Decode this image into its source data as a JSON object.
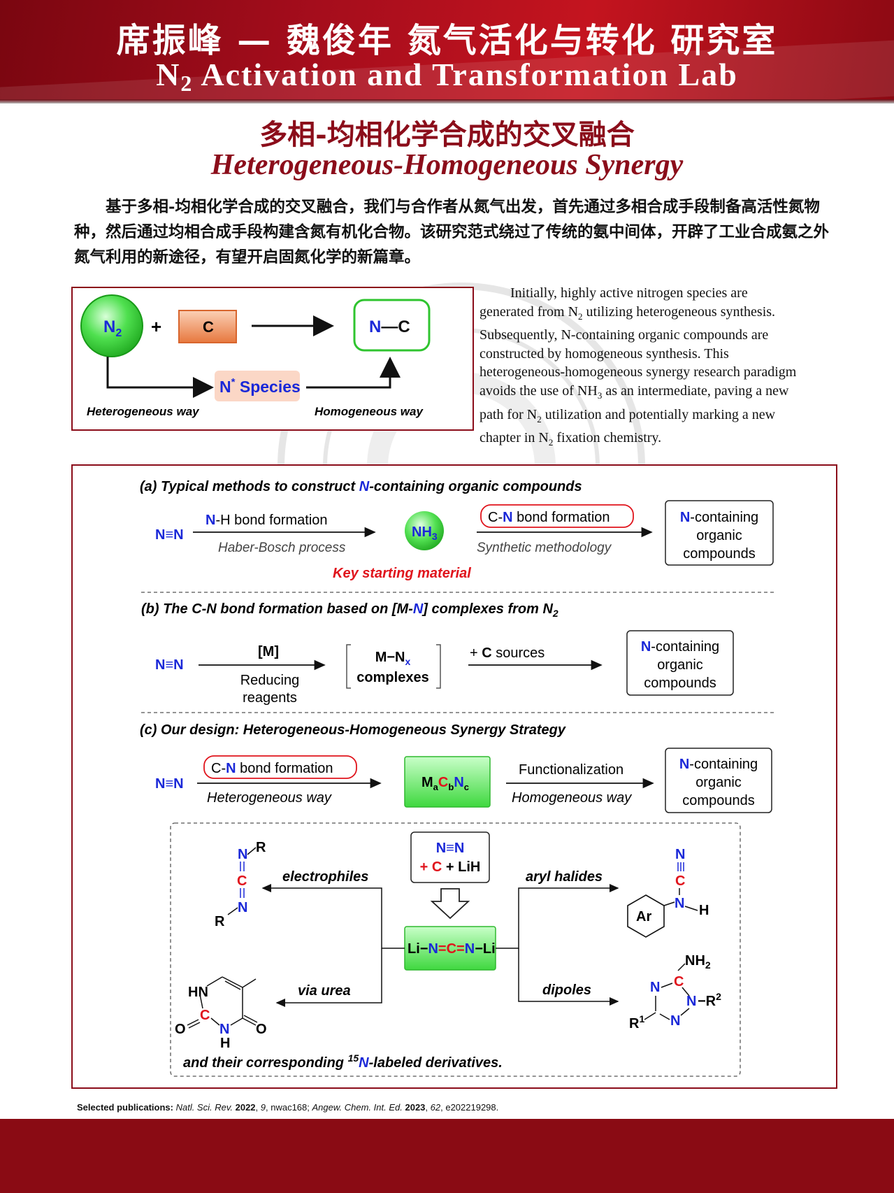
{
  "header": {
    "title_cn": "席振峰 — 魏俊年 氮气活化与转化 研究室",
    "title_en_prefix": "N",
    "title_en_sub": "2",
    "title_en_rest": " Activation and Transformation Lab"
  },
  "section": {
    "title_cn": "多相-均相化学合成的交叉融合",
    "title_en": "Heterogeneous-Homogeneous Synergy"
  },
  "intro_cn": "基于多相-均相化学合成的交叉融合，我们与合作者从氮气出发，首先通过多相合成手段制备高活性氮物种，然后通过均相合成手段构建含氮有机化合物。该研究范式绕过了传统的氨中间体，开辟了工业合成氨之外氮气利用的新途径，有望开启固氮化学的新篇章。",
  "intro_en": {
    "l1": "Initially, highly active nitrogen species are",
    "l2a": "generated from N",
    "l2b": "2",
    "l2c": " utilizing heterogeneous synthesis.",
    "l3": "Subsequently, N-containing organic compounds are",
    "l4": "constructed by homogeneous synthesis. This",
    "l5": "heterogeneous-homogeneous synergy research paradigm",
    "l6a": "avoids the use of NH",
    "l6b": "3",
    "l6c": " as an intermediate, paving a new",
    "l7a": "path for N",
    "l7b": "2",
    "l7c": " utilization and potentially marking a new",
    "l8a": "chapter in N",
    "l8b": "2",
    "l8c": " fixation chemistry."
  },
  "scheme1": {
    "n2": "N",
    "n2_sub": "2",
    "plus": "+",
    "c": "C",
    "nc_n": "N",
    "nc_c": "C",
    "species_n": "N",
    "species_star": "*",
    "species_label": " Species",
    "hetero": "Heterogeneous way",
    "homo": "Homogeneous way"
  },
  "scheme2": {
    "a_pre": "(a) Typical methods to construct ",
    "a_n": "N",
    "a_post": "-containing organic compounds",
    "a_n2": "N≡N",
    "a_nh_n": "N",
    "a_nh": "-H bond formation",
    "a_haber": "Haber-Bosch process",
    "a_nh3": "NH",
    "a_nh3_sub": "3",
    "a_cn_c": "C-",
    "a_cn_n": "N",
    "a_cn": " bond formation",
    "a_synth": "Synthetic methodology",
    "a_key": "Key starting material",
    "prod_n": "N",
    "prod_1": "-containing",
    "prod_2": "organic",
    "prod_3": "compounds",
    "b_pre": "(b) The C-N bond formation based on [M-",
    "b_n": "N",
    "b_mid": "] complexes from N",
    "b_sub": "2",
    "b_n2": "N≡N",
    "b_m": "[M]",
    "b_red1": "Reducing",
    "b_red2": "reagents",
    "b_mn": "M−N",
    "b_x": "x",
    "b_complexes": "complexes",
    "b_csrc_plus": "+ ",
    "b_csrc_c": "C",
    "b_csrc": " sources",
    "c_title": "(c) Our design: Heterogeneous-Homogeneous Synergy Strategy",
    "c_n2": "N≡N",
    "c_cn_c": "C-",
    "c_cn_n": "N",
    "c_cn": " bond formation",
    "c_hetero": "Heterogeneous way",
    "c_m": "M",
    "c_a": "a",
    "c_c": "C",
    "c_b": "b",
    "c_n": "N",
    "c_cc": "c",
    "c_func": "Functionalization",
    "c_homo": "Homogeneous way",
    "c_box_n2": "N≡N",
    "c_box_plus": "+ ",
    "c_box_c": "C",
    "c_box_lih": " + LiH",
    "li2ncn": [
      "Li−",
      "N",
      "=",
      "C",
      "=",
      "N",
      "−Li"
    ],
    "electrophiles": "electrophiles",
    "aryl_halides": "aryl halides",
    "via_urea": "via urea",
    "dipoles": "dipoles",
    "footnote_pre": "and their corresponding ",
    "footnote_sup": "15",
    "footnote_n": "N",
    "footnote_post": "-labeled derivatives.",
    "mol_r": "R",
    "mol_n": "N",
    "mol_c": "C",
    "mol_h": "H",
    "mol_ar": "Ar",
    "mol_hn": "HN",
    "mol_o": "O",
    "mol_nh2": "NH",
    "mol_nh2_sub": "2",
    "mol_r1": "R",
    "mol_r1_sup": "1",
    "mol_r2": "−R",
    "mol_r2_sup": "2"
  },
  "publications": {
    "label": "Selected publications: ",
    "j1": "Natl. Sci. Rev.",
    "y1": "2022",
    "v1": "9",
    "p1": ", nwac168; ",
    "j2": "Angew. Chem. Int. Ed.",
    "y2": "2023",
    "v2": "62",
    "p2": ", e202219298."
  },
  "colors": {
    "brand_red": "#8b0d1a",
    "header_red": "#b1101d",
    "n_blue": "#1a28d8",
    "c_red": "#e0141c",
    "green": "#3ed83e",
    "orange": "#e8743a"
  }
}
